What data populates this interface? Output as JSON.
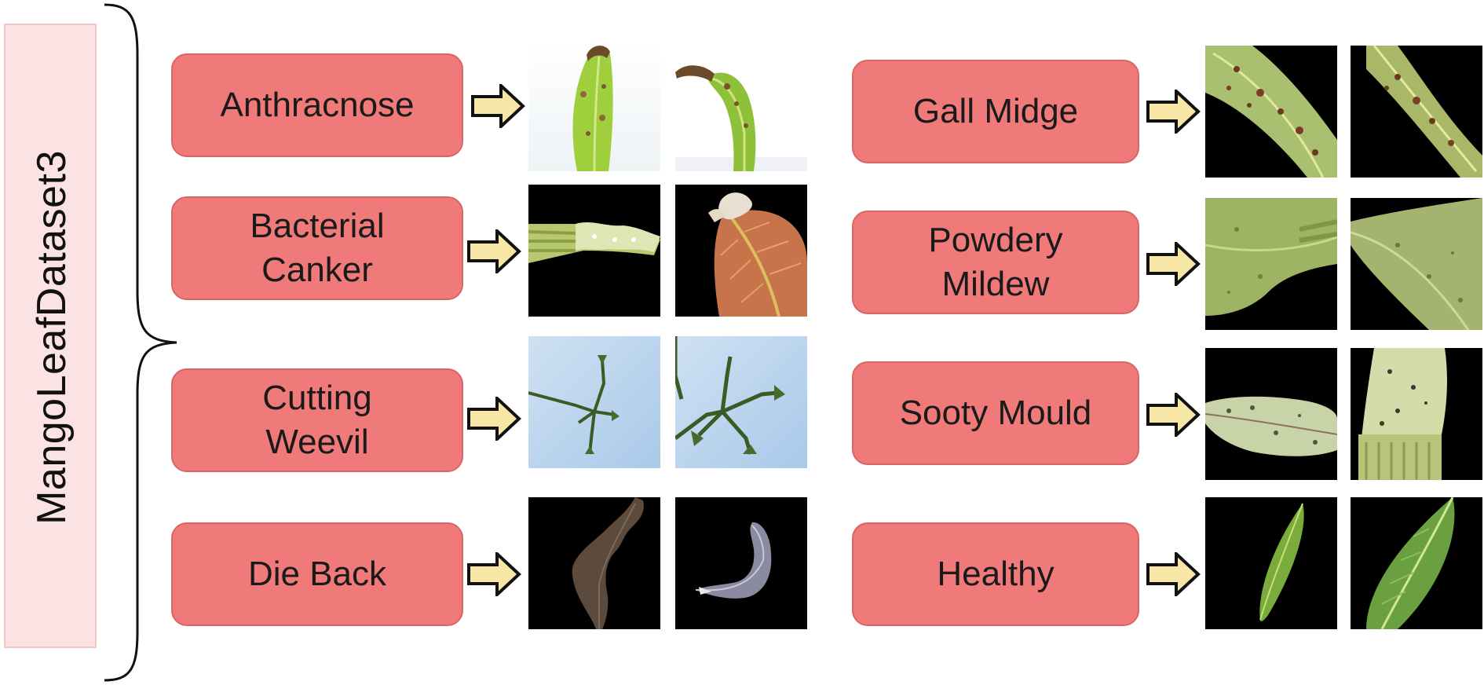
{
  "dataset": {
    "name": "MangoLeafDataset3"
  },
  "classes": [
    {
      "id": "anthracnose",
      "label": "Anthracnose"
    },
    {
      "id": "bacterial-canker",
      "label": "Bacterial\nCanker"
    },
    {
      "id": "cutting-weevil",
      "label": "Cutting\nWeevil"
    },
    {
      "id": "die-back",
      "label": "Die Back"
    },
    {
      "id": "gall-midge",
      "label": "Gall Midge"
    },
    {
      "id": "powdery-mildew",
      "label": "Powdery\nMildew"
    },
    {
      "id": "sooty-mould",
      "label": "Sooty Mould"
    },
    {
      "id": "healthy",
      "label": "Healthy"
    }
  ],
  "colors": {
    "class_box_fill": "#f07a7a",
    "dataset_box_fill": "#fbe3e3",
    "arrow_fill": "#f7e6a6"
  },
  "icons": {
    "arrow": "right-arrow-icon",
    "brace": "curly-brace-icon"
  }
}
